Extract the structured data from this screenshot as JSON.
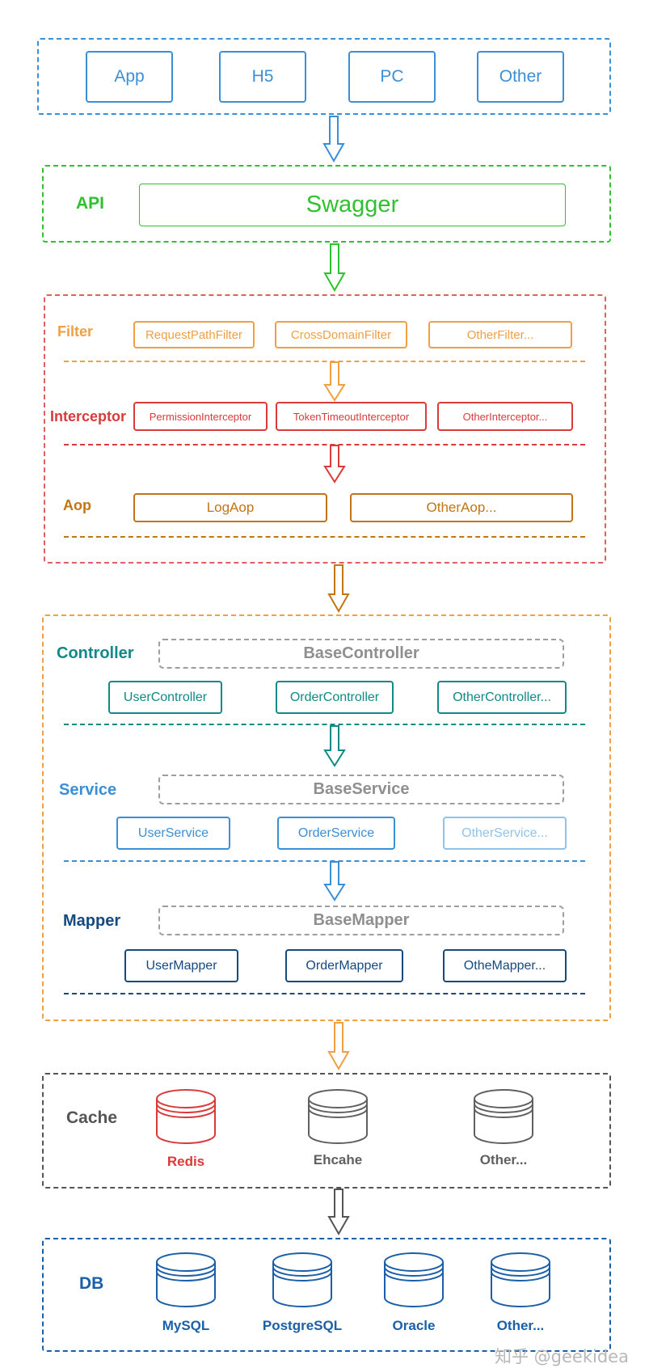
{
  "colors": {
    "client": "#3b8fd6",
    "api": "#2fc12f",
    "filter": "#f0a043",
    "interceptor": "#d93a3a",
    "aop": "#c27514",
    "outer_middle": "#e06060",
    "controller": "#0f8a86",
    "service": "#3b8fd6",
    "service_faded": "#8fc3ea",
    "mapper": "#154a80",
    "layers": "#f0a043",
    "cache": "#555555",
    "redis": "#d93a3a",
    "cache_other": "#606060",
    "db": "#1a5fa8",
    "watermark": "#b8b8b8"
  },
  "clients": {
    "items": [
      "App",
      "H5",
      "PC",
      "Other"
    ]
  },
  "api": {
    "label": "API",
    "swagger": "Swagger"
  },
  "filter": {
    "label": "Filter",
    "items": [
      "RequestPathFilter",
      "CrossDomainFilter",
      "OtherFilter..."
    ]
  },
  "interceptor": {
    "label": "Interceptor",
    "items": [
      "PermissionInterceptor",
      "TokenTimeoutInterceptor",
      "OtherInterceptor..."
    ]
  },
  "aop": {
    "label": "Aop",
    "items": [
      "LogAop",
      "OtherAop..."
    ]
  },
  "controller": {
    "label": "Controller",
    "base": "BaseController",
    "items": [
      "UserController",
      "OrderController",
      "OtherController..."
    ]
  },
  "service": {
    "label": "Service",
    "base": "BaseService",
    "items": [
      "UserService",
      "OrderService",
      "OtherService..."
    ]
  },
  "mapper": {
    "label": "Mapper",
    "base": "BaseMapper",
    "items": [
      "UserMapper",
      "OrderMapper",
      "OtheMapper..."
    ]
  },
  "cache": {
    "label": "Cache",
    "items": [
      "Redis",
      "Ehcahe",
      "Other..."
    ]
  },
  "db": {
    "label": "DB",
    "items": [
      "MySQL",
      "PostgreSQL",
      "Oracle",
      "Other..."
    ]
  },
  "watermark": "知乎 @geekidea"
}
